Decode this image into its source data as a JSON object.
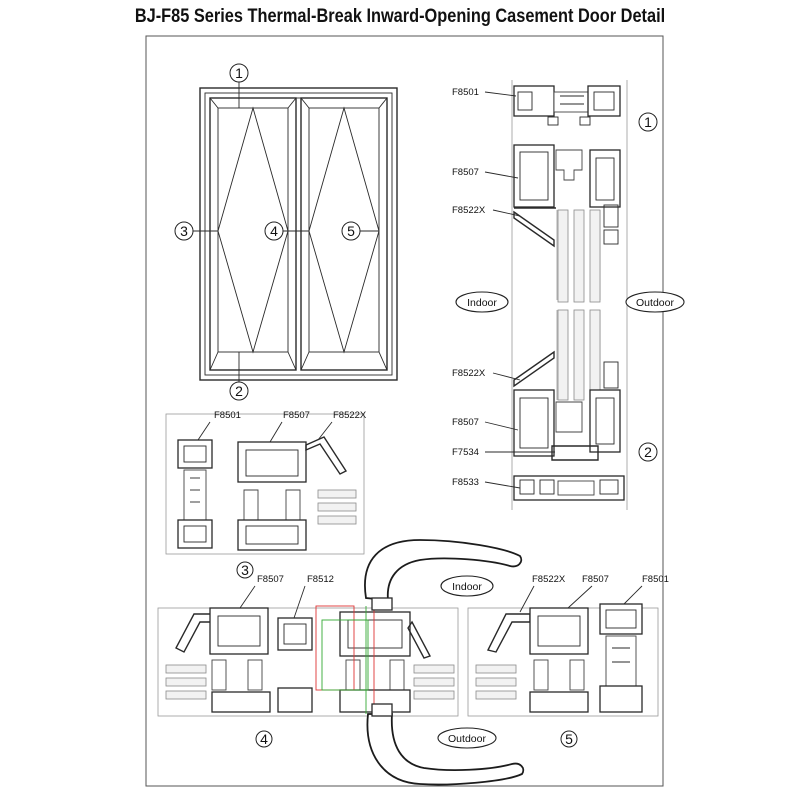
{
  "title": "BJ-F85 Series Thermal-Break Inward-Opening Casement Door Detail",
  "callouts": {
    "c1": "1",
    "c2": "2",
    "c3": "3",
    "c4": "4",
    "c5": "5",
    "sec1": "1",
    "sec2": "2",
    "sec3": "3",
    "sec4": "4",
    "sec5": "5"
  },
  "labels": {
    "v_f8501": "F8501",
    "v_f8507a": "F8507",
    "v_f8522xa": "F8522X",
    "v_f8522xb": "F8522X",
    "v_f8507b": "F8507",
    "v_f7534": "F7534",
    "v_f8533": "F8533",
    "h1_f8501": "F8501",
    "h1_f8507": "F8507",
    "h1_f8522x": "F8522X",
    "h3_f8507": "F8507",
    "h3_f8512": "F8512",
    "h5_f8522x": "F8522X",
    "h5_f8507": "F8507",
    "h5_f8501": "F8501"
  },
  "sides": {
    "indoor_right": "Indoor",
    "outdoor_right": "Outdoor",
    "indoor_bottom": "Indoor",
    "outdoor_bottom": "Outdoor"
  }
}
